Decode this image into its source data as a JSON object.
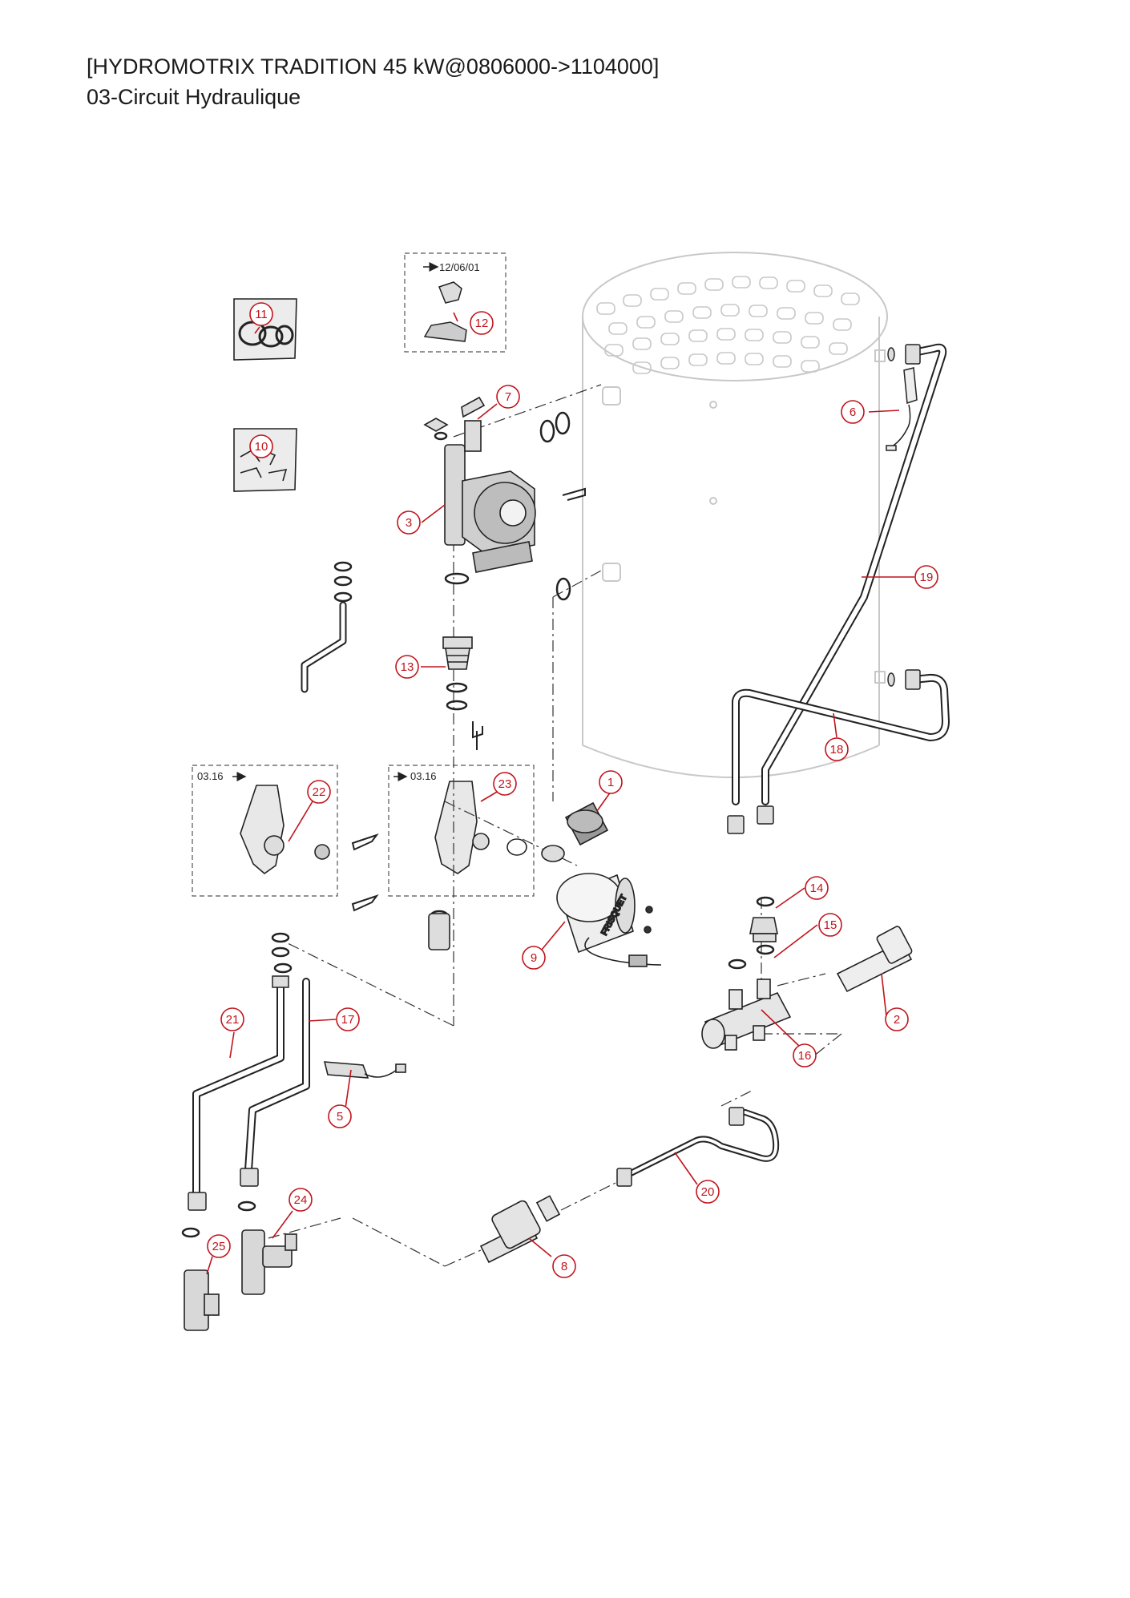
{
  "header": {
    "title": "[HYDROMOTRIX TRADITION 45 kW@0806000->1104000]",
    "subtitle": "03-Circuit Hydraulique"
  },
  "insets": {
    "top_note": "12/06/01",
    "left_note": "03.16",
    "right_note": "03.16"
  },
  "pump_brand": "FRISQUET",
  "callouts": [
    {
      "label": "1"
    },
    {
      "label": "2"
    },
    {
      "label": "3"
    },
    {
      "label": "5"
    },
    {
      "label": "6"
    },
    {
      "label": "7"
    },
    {
      "label": "8"
    },
    {
      "label": "9"
    },
    {
      "label": "10"
    },
    {
      "label": "11"
    },
    {
      "label": "12"
    },
    {
      "label": "13"
    },
    {
      "label": "14"
    },
    {
      "label": "15"
    },
    {
      "label": "16"
    },
    {
      "label": "17"
    },
    {
      "label": "18"
    },
    {
      "label": "19"
    },
    {
      "label": "20"
    },
    {
      "label": "21"
    },
    {
      "label": "22"
    },
    {
      "label": "23"
    },
    {
      "label": "24"
    },
    {
      "label": "25"
    }
  ],
  "colors": {
    "callout": "#c0141c",
    "line": "#222222",
    "tank_outline": "#c8c8c8"
  }
}
